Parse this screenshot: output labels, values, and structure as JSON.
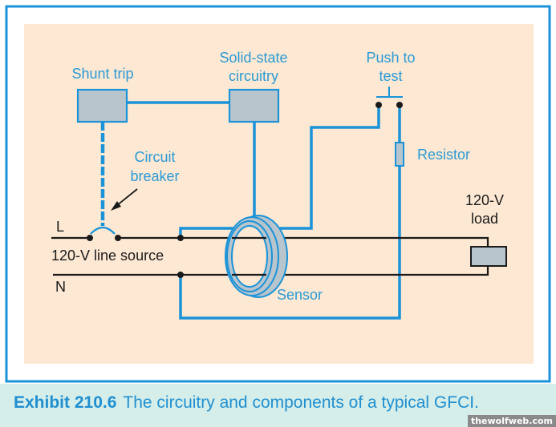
{
  "colors": {
    "frame_blue": "#1a93d9",
    "panel_peach": "#fde9d3",
    "caption_band": "#d5eeea",
    "component_gray": "#b9c5cc",
    "wire_black": "#1a1a1a",
    "label_blue": "#2a9ad6"
  },
  "labels": {
    "shunt_trip": "Shunt trip",
    "solid_state_line1": "Solid-state",
    "solid_state_line2": "circuitry",
    "push_to_test_line1": "Push to",
    "push_to_test_line2": "test",
    "resistor": "Resistor",
    "circuit_breaker_line1": "Circuit",
    "circuit_breaker_line2": "breaker",
    "load_line1": "120-V",
    "load_line2": "load",
    "line_L": "L",
    "line_N": "N",
    "line_source": "120-V line source",
    "sensor": "Sensor"
  },
  "caption": {
    "exhibit_number": "Exhibit 210.6",
    "text": "The circuitry and components of a typical GFCI."
  },
  "watermark": "thewolfweb.com"
}
